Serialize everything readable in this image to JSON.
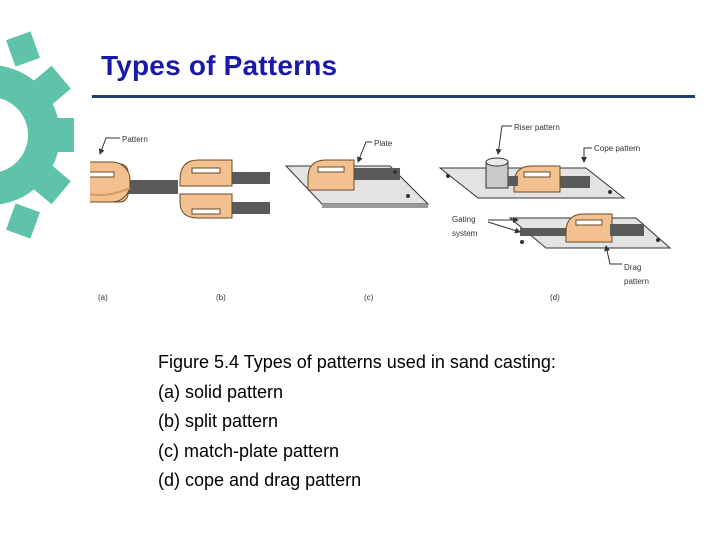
{
  "slide": {
    "title": "Types of Patterns"
  },
  "figure": {
    "callouts": {
      "pattern": "Pattern",
      "plate": "Plate",
      "riser_pattern": "Riser pattern",
      "cope_pattern": "Cope pattern",
      "gating": "Gating",
      "system": "system",
      "drag": "Drag",
      "drag_pattern_word": "pattern"
    },
    "panel_labels": [
      "(a)",
      "(b)",
      "(c)",
      "(d)"
    ]
  },
  "caption": {
    "lines": [
      "Figure 5.4 Types of patterns used in sand casting:",
      "(a) solid pattern",
      "(b) split pattern",
      "(c) match‑plate pattern",
      "(d) cope and drag pattern"
    ]
  },
  "colors": {
    "title": "#1a1aa8",
    "gear": "#5fc3a9",
    "pattern_body": "#f3c08f",
    "pattern_shadow": "#d79a63",
    "plate": "#e3e3e3",
    "gate": "#5a5a5a"
  }
}
